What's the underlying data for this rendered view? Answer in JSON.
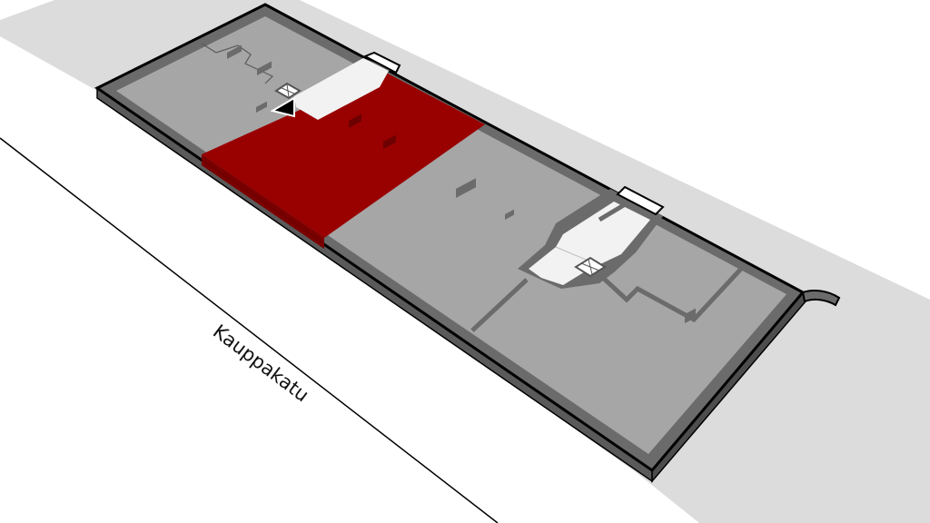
{
  "map": {
    "type": "isometric-floor-plan",
    "street": {
      "name": "Kauppakatu"
    },
    "highlight": {
      "label": "selected-premises",
      "color": "#990000"
    },
    "colors": {
      "background": "#ffffff",
      "shadow": "#dcdcdc",
      "floor": "#a6a6a6",
      "wall": "#6b6b6b",
      "outline": "#000000",
      "corridor": "#f2f2f2",
      "highlight": "#990000",
      "highlight_dark": "#7a0000"
    },
    "markers": [
      {
        "name": "entrance-arrow",
        "glyph": "▲"
      },
      {
        "name": "elevator-1",
        "glyph": "⊠"
      },
      {
        "name": "elevator-2",
        "glyph": "⊠"
      }
    ]
  }
}
